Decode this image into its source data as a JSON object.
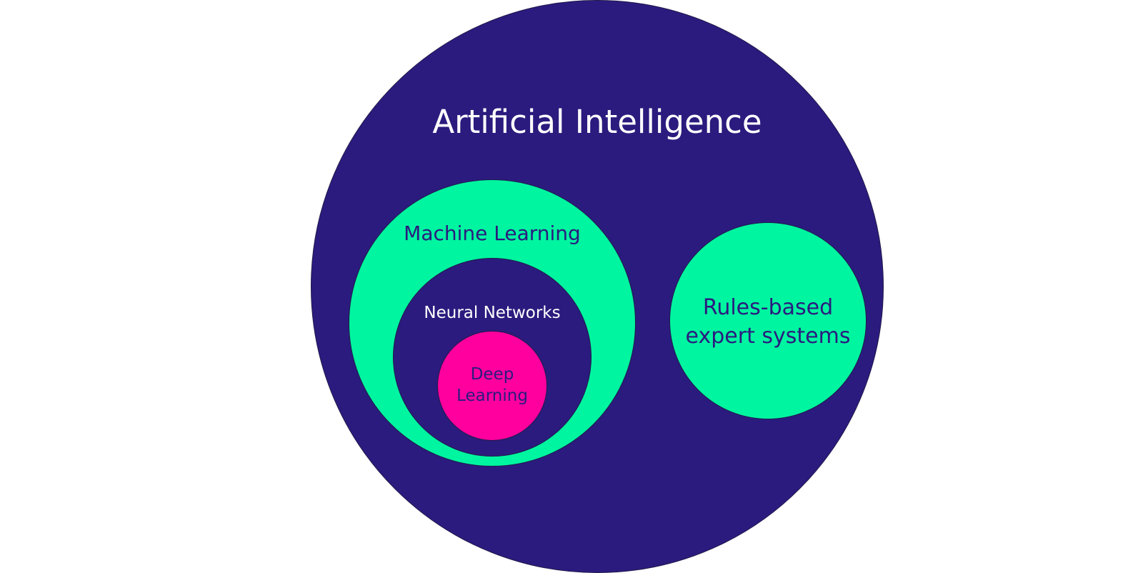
{
  "colors": {
    "background": "#ffffff",
    "indigo": "#2b1b7e",
    "mint": "#00f5a0",
    "magenta": "#ff009f",
    "white_text": "#ffffff",
    "indigo_text": "#2b1b7e"
  },
  "diagram": {
    "artificial_intelligence": {
      "label": "Artificial Intelligence"
    },
    "machine_learning": {
      "label": "Machine Learning"
    },
    "neural_networks": {
      "label": "Neural Networks"
    },
    "deep_learning": {
      "label_line1": "Deep",
      "label_line2": "Learning"
    },
    "rules_based": {
      "label_line1": "Rules-based",
      "label_line2": "expert systems"
    }
  }
}
